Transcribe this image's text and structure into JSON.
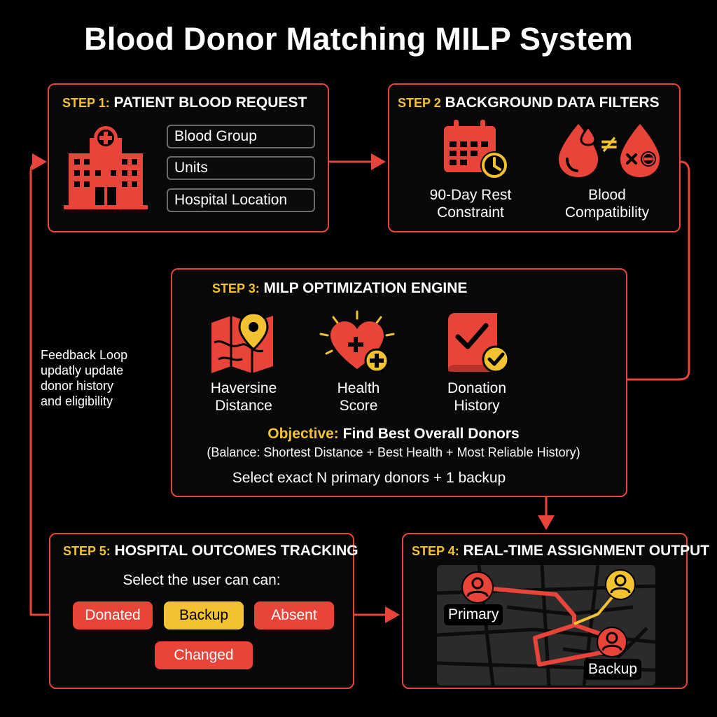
{
  "title": "Blood Donor Matching MILP System",
  "colors": {
    "accent": "#e8443a",
    "highlight": "#f2c230",
    "background": "#000000"
  },
  "step1": {
    "num": "STEP 1:",
    "title": "PATIENT BLOOD REQUEST",
    "icon": "hospital-icon",
    "fields": [
      "Blood Group",
      "Units",
      "Hospital Location"
    ]
  },
  "step2": {
    "num": "STEP 2",
    "title": "BACKGROUND DATA FILTERS",
    "items": [
      {
        "icon": "calendar-clock-icon",
        "label_lines": [
          "90-Day Rest",
          "Constraint"
        ]
      },
      {
        "icon": "blood-compatibility-icon",
        "label_lines": [
          "Blood",
          "Compatibility"
        ]
      }
    ]
  },
  "step3": {
    "num": "STEP 3:",
    "title": "MILP OPTIMIZATION ENGINE",
    "items": [
      {
        "icon": "map-pin-icon",
        "label_lines": [
          "Haversine",
          "Distance"
        ]
      },
      {
        "icon": "heart-plus-icon",
        "label_lines": [
          "Health",
          "Score"
        ]
      },
      {
        "icon": "book-check-icon",
        "label_lines": [
          "Donation",
          "History"
        ]
      }
    ],
    "objective_label": "Objective:",
    "objective_text": "Find Best Overall Donors",
    "balance": "(Balance: Shortest Distance + Best Health + Most Reliable History)",
    "select": "Select exact N primary donors + 1 backup"
  },
  "step4": {
    "num": "STEP 4:",
    "title": "REAL-TIME ASSIGNMENT OUTPUT",
    "primary_label": "Primary",
    "backup_label": "Backup"
  },
  "step5": {
    "num": "STEP 5:",
    "title": "HOSPITAL OUTCOMES TRACKING",
    "prompt": "Select the user can can:",
    "options": [
      "Donated",
      "Backup",
      "Absent",
      "Changed"
    ]
  },
  "feedback": {
    "lines": [
      "Feedback Loop",
      "updatly update",
      "donor history",
      "and eligibility"
    ]
  }
}
